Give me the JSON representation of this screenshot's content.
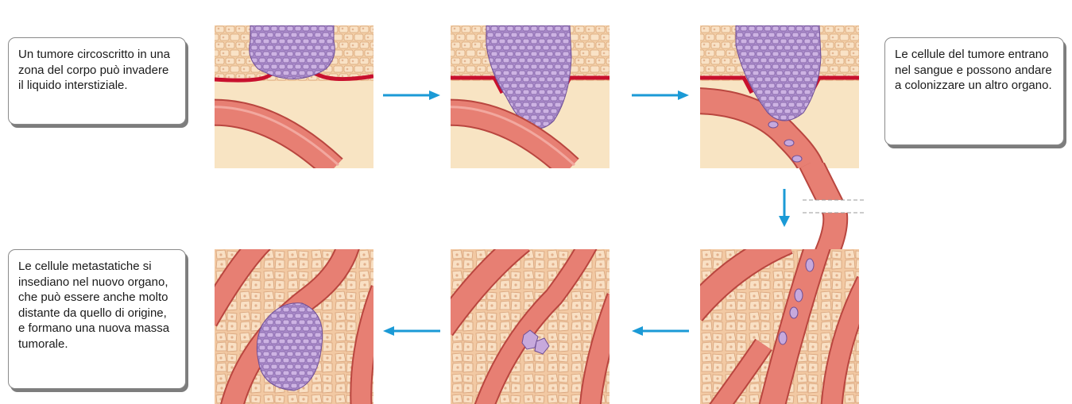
{
  "captions": {
    "step1": "Un tumore circoscritto in una zona del corpo può invadere il liquido interstiziale.",
    "step2": "Le cellule del tumore entrano nel sangue e possono andare a colonizzare un altro organo.",
    "step3": "Le cellule metastatiche si insediano nel nuovo organo, che può essere anche molto distante da quello di origine, e formano una nuova massa tumorale."
  },
  "colors": {
    "tissue_cell": "#f6d9b8",
    "tissue_outline": "#d8a77a",
    "interstitial": "#f8e6c6",
    "tumor_cell": "#c7a9dc",
    "tumor_outline": "#7d5aa3",
    "vessel": "#e77f73",
    "vessel_edge": "#b9463f",
    "membrane": "#c8102e",
    "arrow": "#1b9ad6"
  }
}
